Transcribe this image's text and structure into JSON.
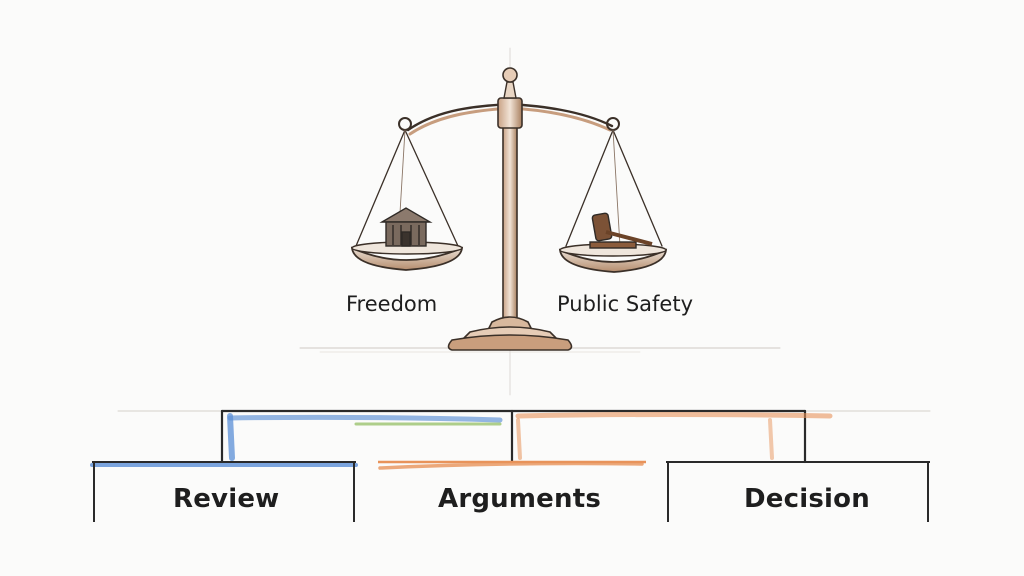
{
  "scale": {
    "left_label": "Freedom",
    "right_label": "Public Safety",
    "left_icon": "building-icon",
    "right_icon": "gavel-icon"
  },
  "process": {
    "steps": [
      {
        "label": "Review",
        "color": "#5b8fd6"
      },
      {
        "label": "Arguments",
        "color": "#e8935a"
      },
      {
        "label": "Decision",
        "color": "#3a3a3a"
      }
    ],
    "accent_green": "#8dbb5a"
  },
  "colors": {
    "ink": "#2a2a2a",
    "bronze": "#b98a66",
    "bronze_light": "#d9b79a"
  }
}
